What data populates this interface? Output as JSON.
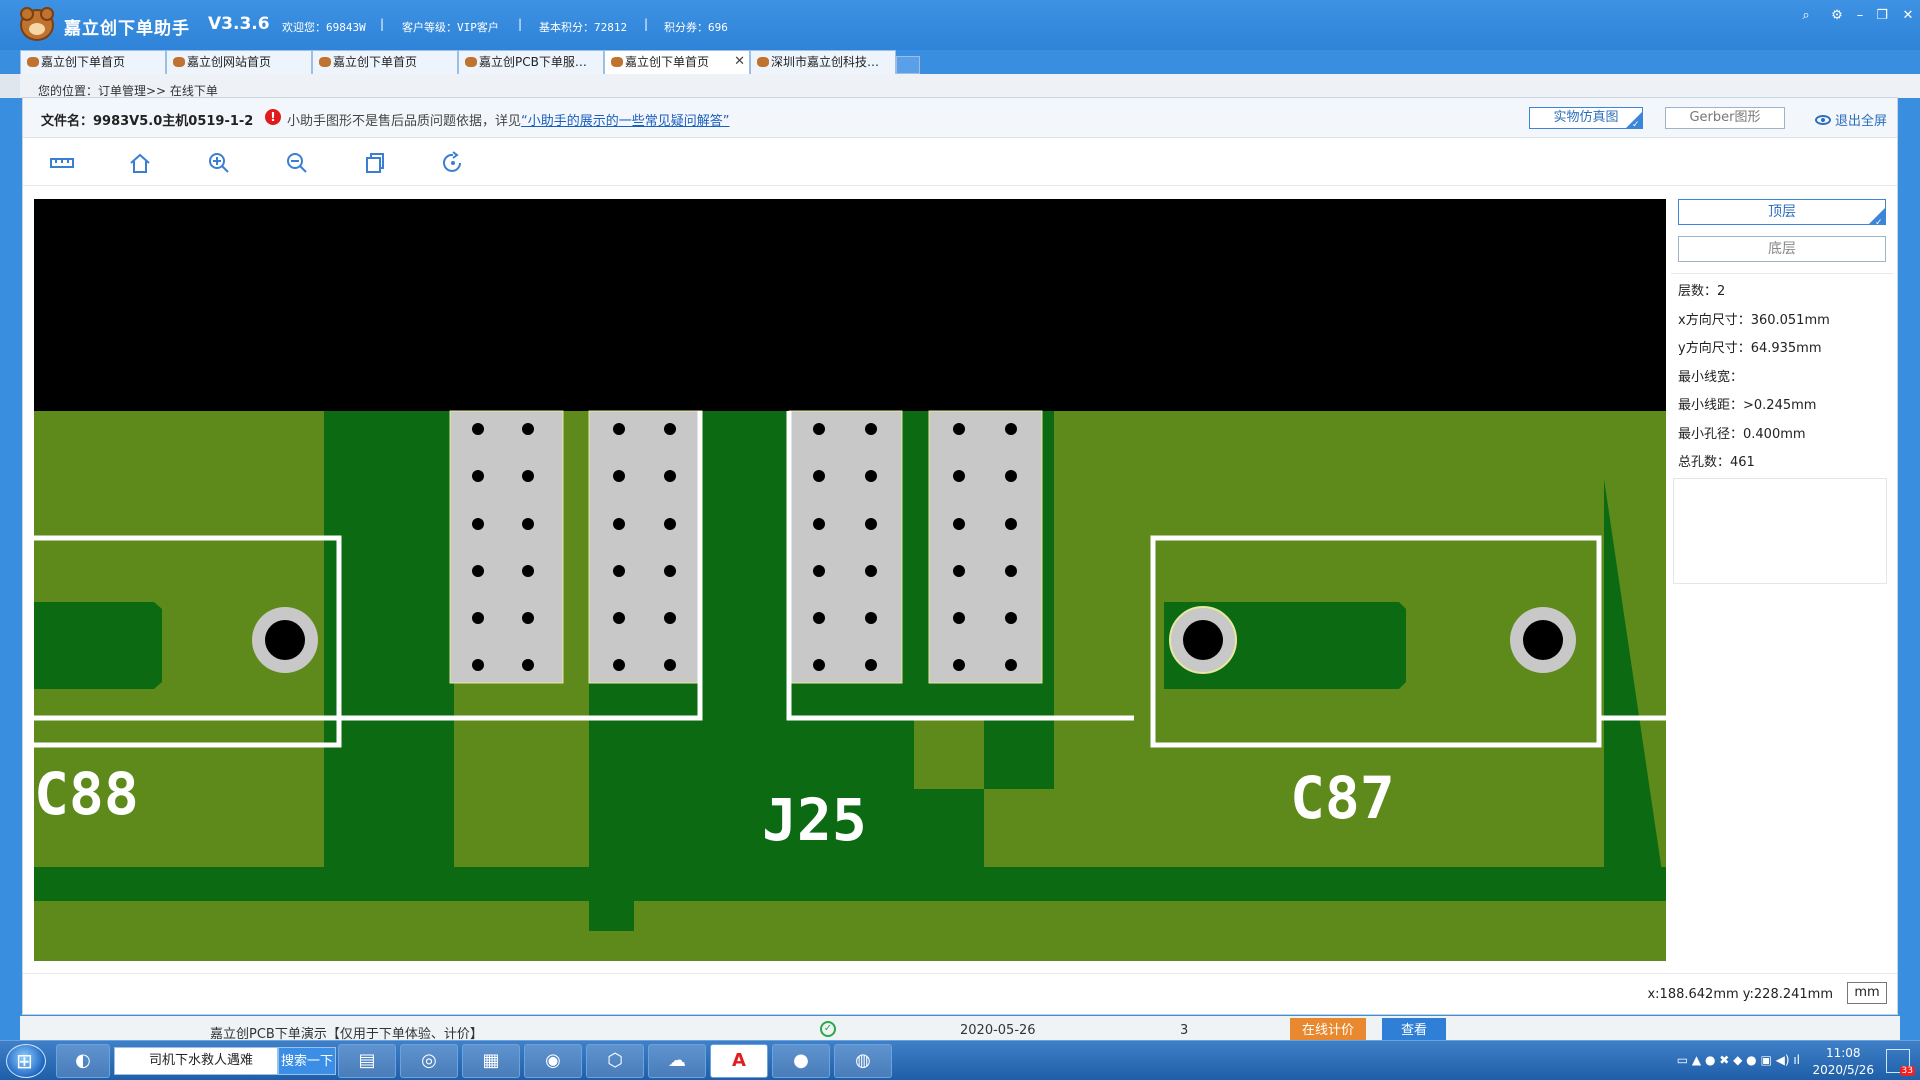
{
  "app": {
    "title": "嘉立创下单助手",
    "version": "V3.3.6",
    "welcome": "欢迎您：69843W",
    "level": "客户等级：VIP客户",
    "points": "基本积分：72812",
    "coupons": "积分券：696"
  },
  "tabs": [
    {
      "label": "嘉立创下单首页"
    },
    {
      "label": "嘉立创网站首页"
    },
    {
      "label": "嘉立创下单首页"
    },
    {
      "label": "嘉立创PCB下单服…"
    },
    {
      "label": "嘉立创下单首页"
    },
    {
      "label": "深圳市嘉立创科技…"
    }
  ],
  "breadcrumb": "您的位置：订单管理>> 在线下单",
  "file": {
    "label": "文件名：9983V5.0主机0519-1-2",
    "warning": "小助手图形不是售后品质问题依据，详见",
    "warning_link": "“小助手的展示的一些常见疑问解答”"
  },
  "view_buttons": {
    "real": "实物仿真图",
    "gerber": "Gerber图形",
    "fullscreen": "退出全屏"
  },
  "layers": {
    "top": "顶层",
    "bottom": "底层"
  },
  "stats": [
    "层数：2",
    "x方向尺寸：360.051mm",
    "y方向尺寸：64.935mm",
    "最小线宽：",
    "最小线距：>0.245mm",
    "最小孔径：0.400mm",
    "总孔数：461"
  ],
  "silkscreen": {
    "left": "C88",
    "center": "J25",
    "right": "C87"
  },
  "status": {
    "coords": "x:188.642mm  y:228.241mm",
    "unit": "mm"
  },
  "order_row": {
    "name": "嘉立创PCB下单演示【仅用于下单体验、计价】",
    "date": "2020-05-26",
    "qty": "3",
    "btn_price": "在线计价",
    "btn_view": "查看"
  },
  "taskbar": {
    "search_text": "司机下水救人遇难",
    "search_button": "搜索一下",
    "time": "11:08",
    "date": "2020/5/26",
    "notify_count": "33"
  },
  "colors": {
    "titlebar": "#3d92e3",
    "pcb_green": "#5e8a1c",
    "pcb_copper": "#0c6b12",
    "pad_silver": "#c8c8c8"
  }
}
